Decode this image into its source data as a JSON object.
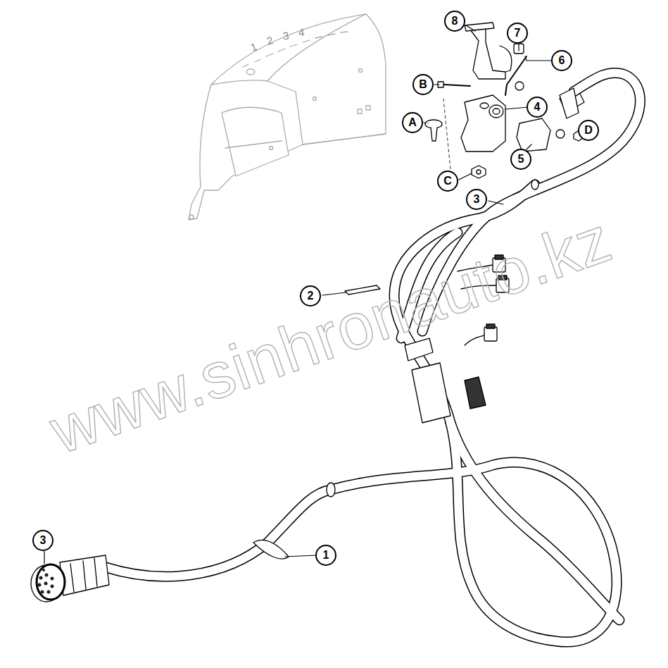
{
  "diagram": {
    "nodes": [
      {
        "text": [
          "8"
        ]
      },
      {
        "text": [
          "7"
        ]
      },
      {
        "text": [
          "6"
        ]
      },
      {
        "text": [
          "B"
        ]
      },
      {
        "text": [
          "4"
        ]
      },
      {
        "text": [
          "A"
        ]
      },
      {
        "text": [
          "D"
        ]
      },
      {
        "text": [
          "5"
        ]
      },
      {
        "text": [
          "C"
        ]
      },
      {
        "text": [
          "3"
        ]
      },
      {
        "text": [
          "2"
        ]
      },
      {
        "text": [
          "3"
        ]
      },
      {
        "text": [
          "1"
        ]
      }
    ],
    "labels": [
      "1",
      "2",
      "3",
      "4",
      "www.sinhronauto.kz"
    ]
  }
}
